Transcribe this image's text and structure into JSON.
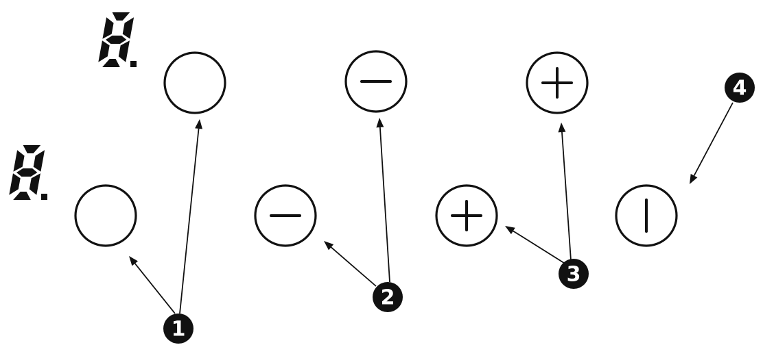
{
  "colors": {
    "ink": "#111111",
    "background": "#ffffff"
  },
  "displays": [
    {
      "id": "display-rear",
      "digit": "8",
      "decimal_point": true
    },
    {
      "id": "display-front",
      "digit": "8",
      "decimal_point": true
    }
  ],
  "buttons": [
    {
      "id": "zone-select-rear",
      "icon": "blank-circle-icon",
      "symbol": "none"
    },
    {
      "id": "zone-select-front",
      "icon": "blank-circle-icon",
      "symbol": "none"
    },
    {
      "id": "minus-rear",
      "icon": "minus-icon",
      "symbol": "minus"
    },
    {
      "id": "minus-front",
      "icon": "minus-icon",
      "symbol": "minus"
    },
    {
      "id": "plus-rear",
      "icon": "plus-icon",
      "symbol": "plus"
    },
    {
      "id": "plus-front",
      "icon": "plus-icon",
      "symbol": "plus"
    },
    {
      "id": "power",
      "icon": "power-icon",
      "symbol": "power"
    }
  ],
  "callouts": [
    {
      "label": "1",
      "targets": [
        "zone-select-front",
        "zone-select-rear"
      ]
    },
    {
      "label": "2",
      "targets": [
        "minus-front",
        "minus-rear"
      ]
    },
    {
      "label": "3",
      "targets": [
        "plus-front",
        "plus-rear"
      ]
    },
    {
      "label": "4",
      "targets": [
        "power"
      ]
    }
  ]
}
